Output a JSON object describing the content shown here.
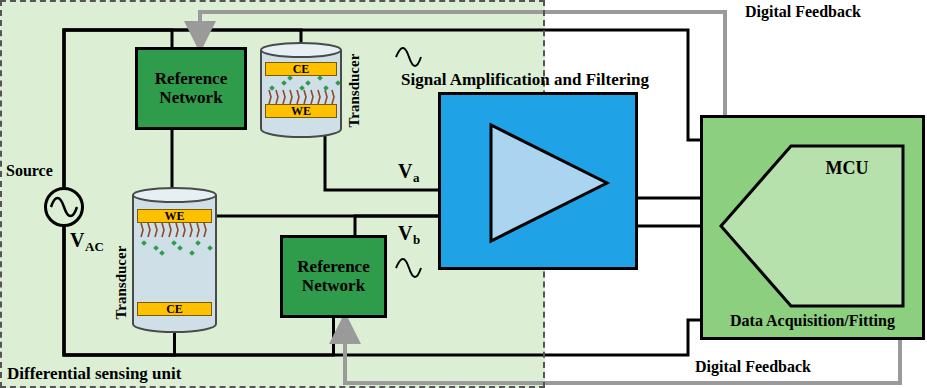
{
  "diagram": {
    "nodes": [
      {
        "text": [
          "Differential sensing unit"
        ]
      },
      {
        "text": [
          "Source"
        ],
        "in": 0
      },
      {
        "text": [
          "Reference Network"
        ],
        "in": 0
      },
      {
        "text": [
          "Transducer"
        ],
        "in": 0
      },
      {
        "text": [
          "CE"
        ],
        "in": 3
      },
      {
        "text": [
          "WE"
        ],
        "in": 3
      },
      {
        "text": [
          "Transducer"
        ],
        "in": 0
      },
      {
        "text": [
          "WE"
        ],
        "in": 6
      },
      {
        "text": [
          "CE"
        ],
        "in": 6
      },
      {
        "text": [
          "Reference Network"
        ],
        "in": 0
      },
      {
        "text": [
          "Signal Amplification and Filtering"
        ]
      },
      {
        "text": [
          "MCU",
          "Data Acquisition/Fitting"
        ]
      }
    ],
    "edges": [
      {
        "from": 1,
        "to": 2,
        "arrow": "none"
      },
      {
        "from": 1,
        "to": 4,
        "arrow": "none"
      },
      {
        "from": 1,
        "to": 11,
        "arrow": "none"
      },
      {
        "from": 2,
        "to": 7,
        "arrow": "none"
      },
      {
        "from": 5,
        "to": 10,
        "arrow": "none"
      },
      {
        "from": 7,
        "to": 10,
        "arrow": "none"
      },
      {
        "from": 9,
        "to": 10,
        "arrow": "none"
      },
      {
        "from": 1,
        "to": 8,
        "arrow": "none"
      },
      {
        "from": 1,
        "to": 9,
        "arrow": "none"
      },
      {
        "from": 1,
        "to": 11,
        "arrow": "none"
      },
      {
        "from": 10,
        "to": 11,
        "arrow": "none"
      },
      {
        "from": 10,
        "to": 11,
        "arrow": "none"
      },
      {
        "from": 11,
        "to": 2,
        "arrow": "to"
      },
      {
        "from": 11,
        "to": 9,
        "arrow": "to"
      }
    ],
    "labels": [
      "V",
      "AC",
      "V",
      "a",
      "V",
      "b",
      "Digital Feedback",
      "Digital Feedback"
    ]
  }
}
